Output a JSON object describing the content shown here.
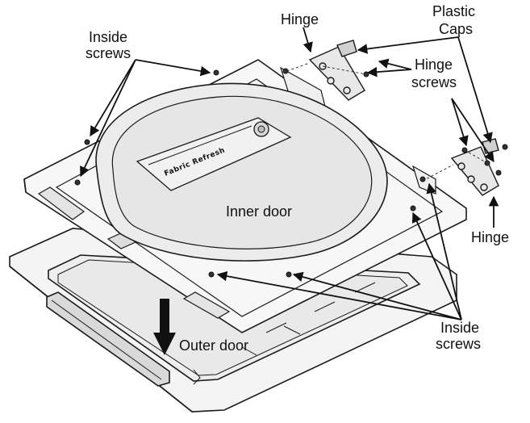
{
  "labels": {
    "hinge_top": "Hinge",
    "plastic_caps_line1": "Plastic",
    "plastic_caps_line2": "Caps",
    "inside_screws_top_line1": "Inside",
    "inside_screws_top_line2": "screws",
    "hinge_screws_line1": "Hinge",
    "hinge_screws_line2": "screws",
    "inner_door": "Inner door",
    "outer_door": "Outer door",
    "hinge_right": "Hinge",
    "inside_screws_bottom_line1": "Inside",
    "inside_screws_bottom_line2": "screws",
    "fabric_refresh": "Fabric Refresh"
  },
  "colors": {
    "line": "#1a1a1a",
    "panel_fill": "#f4f4f4",
    "window_fill": "#e6e6e6",
    "background": "#ffffff"
  }
}
